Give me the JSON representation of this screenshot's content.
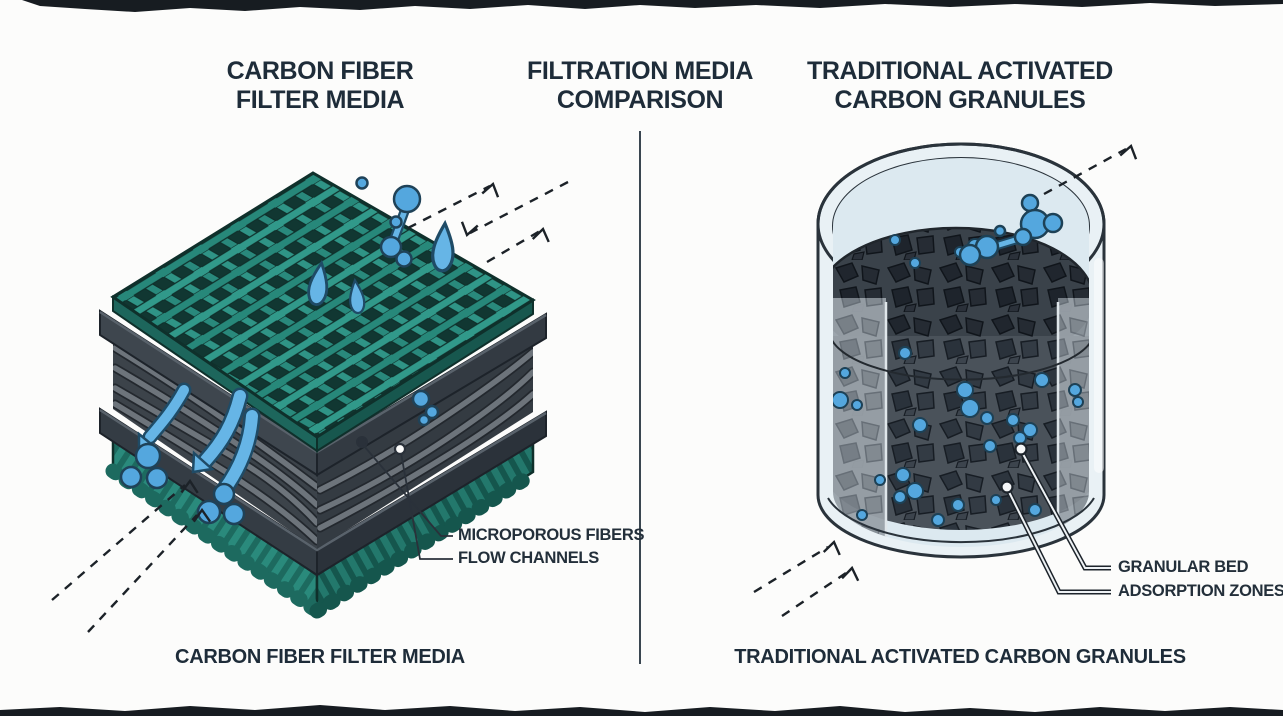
{
  "titles": {
    "left": [
      "CARBON FIBER",
      "FILTER MEDIA"
    ],
    "center": [
      "FILTRATION MEDIA",
      "COMPARISON"
    ],
    "right": [
      "TRADITIONAL ACTIVATED",
      "CARBON GRANULES"
    ]
  },
  "left_panel": {
    "labels": {
      "microporous_fibers": "MICROPOROUS FIBERS",
      "flow_channels": "FLOW CHANNELS"
    },
    "caption": "CARBON FIBER FILTER MEDIA"
  },
  "right_panel": {
    "labels": {
      "granular_bed": "GRANULAR BED",
      "adsorption_zones": "ADSORPTION ZONES"
    },
    "caption": "TRADITIONAL ACTIVATED CARBON GRANULES"
  },
  "colors": {
    "background": "#fcfcfb",
    "ink_text": "#1e2c39",
    "divider": "#3a4650",
    "weave_teal": "#2f9486",
    "weave_teal_dark": "#1d6a5f",
    "carbon_slab": "#3a424a",
    "fiber_gray": "#6d747b",
    "water_blue": "#66b5e6",
    "molecule_blue": "#54a7de",
    "glass_tint": "#e9f1f5",
    "granule_dark": "#2d353e",
    "dashed_arrow": "#1c2228"
  }
}
